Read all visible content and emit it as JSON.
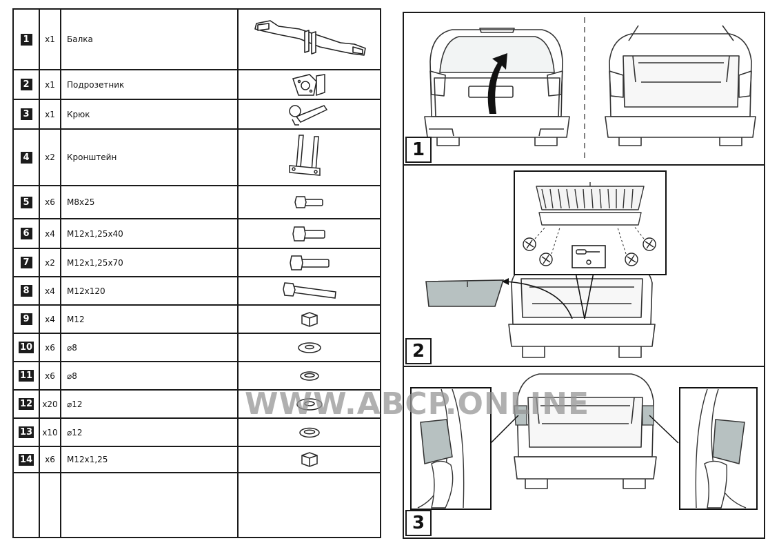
{
  "parts": [
    {
      "num": "1",
      "qty": "x1",
      "name": "Балка",
      "icon": "beam-icon"
    },
    {
      "num": "2",
      "qty": "x1",
      "name": "Подрозетник",
      "icon": "socket-plate-icon"
    },
    {
      "num": "3",
      "qty": "x1",
      "name": "Крюк",
      "icon": "hook-icon"
    },
    {
      "num": "4",
      "qty": "x2",
      "name": "Кронштейн",
      "icon": "bracket-icon"
    },
    {
      "num": "5",
      "qty": "x6",
      "name": "M8x25",
      "icon": "bolt-icon"
    },
    {
      "num": "6",
      "qty": "x4",
      "name": "M12x1,25x40",
      "icon": "bolt-icon"
    },
    {
      "num": "7",
      "qty": "x2",
      "name": "M12x1,25x70",
      "icon": "bolt-icon"
    },
    {
      "num": "8",
      "qty": "x4",
      "name": "M12x120",
      "icon": "bolt-icon"
    },
    {
      "num": "9",
      "qty": "x4",
      "name": "M12",
      "icon": "nut-icon"
    },
    {
      "num": "10",
      "qty": "x6",
      "name": "⌀8",
      "icon": "washer-icon"
    },
    {
      "num": "11",
      "qty": "x6",
      "name": "⌀8",
      "icon": "spring-washer-icon"
    },
    {
      "num": "12",
      "qty": "x20",
      "name": "⌀12",
      "icon": "washer-icon"
    },
    {
      "num": "13",
      "qty": "x10",
      "name": "⌀12",
      "icon": "spring-washer-icon"
    },
    {
      "num": "14",
      "qty": "x6",
      "name": "M12x1,25",
      "icon": "nut-icon"
    }
  ],
  "steps": [
    {
      "num": "1"
    },
    {
      "num": "2"
    },
    {
      "num": "3"
    }
  ],
  "watermark": "WWW.ABCP.ONLINE",
  "colors": {
    "line": "#1a1a1a",
    "panel_fill": "#b7c1c1",
    "badge": "#1b1b1b"
  }
}
